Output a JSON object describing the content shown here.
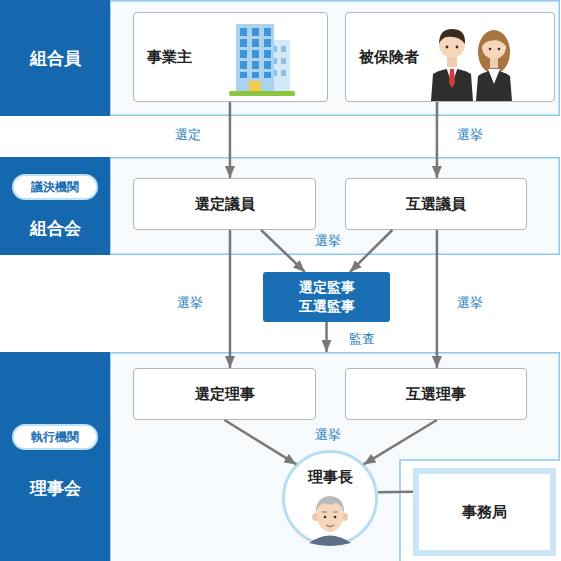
{
  "diagram": {
    "nodes": [
      {
        "text": [
          "組合員"
        ]
      },
      {
        "text": [
          "事業主"
        ],
        "in": 0
      },
      {
        "text": [
          "被保険者"
        ],
        "in": 0
      },
      {
        "text": [
          "組合会"
        ]
      },
      {
        "text": [
          "議決機関"
        ],
        "in": 3
      },
      {
        "text": [
          "選定議員"
        ],
        "in": 3
      },
      {
        "text": [
          "互選議員"
        ],
        "in": 3
      },
      {
        "text": [
          "選定監事 互選監事"
        ]
      },
      {
        "text": [
          "理事会"
        ]
      },
      {
        "text": [
          "執行機関"
        ],
        "in": 8
      },
      {
        "text": [
          "選定理事"
        ],
        "in": 8
      },
      {
        "text": [
          "互選理事"
        ],
        "in": 8
      },
      {
        "text": [
          "理事長"
        ],
        "in": 8
      },
      {
        "text": [
          "事務局"
        ]
      }
    ],
    "edges": [
      {
        "from": 1,
        "to": 5,
        "arrow": "to",
        "label": "選定"
      },
      {
        "from": 2,
        "to": 6,
        "arrow": "to",
        "label": "選挙"
      },
      {
        "from": 5,
        "to": 7,
        "arrow": "to",
        "label": "選挙"
      },
      {
        "from": 6,
        "to": 7,
        "arrow": "to"
      },
      {
        "from": 5,
        "to": 10,
        "arrow": "to",
        "label": "選挙"
      },
      {
        "from": 6,
        "to": 11,
        "arrow": "to",
        "label": "選挙"
      },
      {
        "from": 7,
        "to": 8,
        "arrow": "to",
        "label": "監査"
      },
      {
        "from": 10,
        "to": 12,
        "arrow": "to",
        "label": "選挙"
      },
      {
        "from": 11,
        "to": 12,
        "arrow": "to"
      },
      {
        "from": 12,
        "to": 13,
        "arrow": "none"
      }
    ]
  }
}
